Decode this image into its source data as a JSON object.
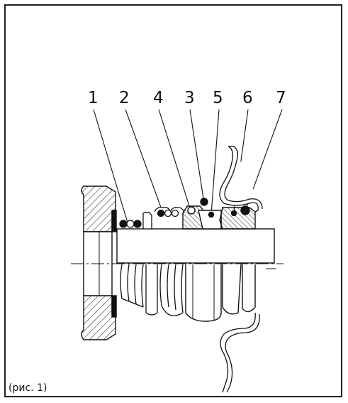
{
  "figure": {
    "caption": "(рис. 1)",
    "callouts": [
      {
        "label": "1",
        "part": "spring"
      },
      {
        "label": "2",
        "part": "drive-collar"
      },
      {
        "label": "4",
        "part": "bellows-o-ring"
      },
      {
        "label": "3",
        "part": "rotating-face-o-ring"
      },
      {
        "label": "5",
        "part": "rotating-seal-face"
      },
      {
        "label": "6",
        "part": "stationary-seat"
      },
      {
        "label": "7",
        "part": "seat-o-ring"
      }
    ]
  },
  "colors": {
    "line": "#111111",
    "background": "#ffffff"
  }
}
